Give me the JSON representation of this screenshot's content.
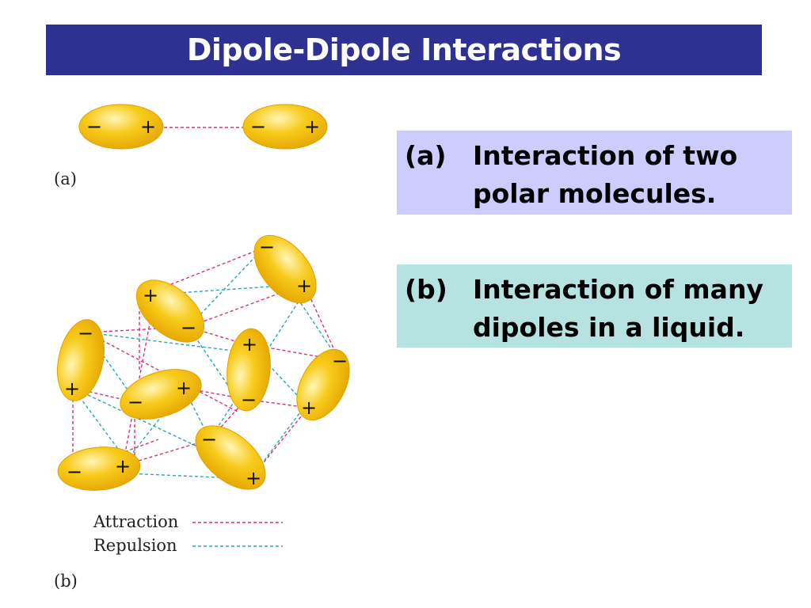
{
  "title": "Dipole-Dipole Interactions",
  "colors": {
    "title_bar": "#2e3192",
    "caption_a_bg": "#ccccff",
    "caption_b_bg": "#b7e2e2",
    "attraction_line": "#d9307f",
    "repulsion_line": "#2aa6b5",
    "molecule_fill": "#f7cb1b",
    "molecule_highlight": "#fff6b8"
  },
  "captions": [
    {
      "tag": "(a)",
      "text_line1": "Interaction of two",
      "text_line2": "polar molecules."
    },
    {
      "tag": "(b)",
      "text_line1": "Interaction of many",
      "text_line2": "dipoles in a liquid."
    }
  ],
  "diagram": {
    "panel_a_label": "(a)",
    "panel_b_label": "(b)",
    "minus_symbol": "−",
    "plus_symbol": "+",
    "legend": [
      {
        "label": "Attraction",
        "kind": "attraction"
      },
      {
        "label": "Repulsion",
        "kind": "repulsion"
      }
    ]
  }
}
